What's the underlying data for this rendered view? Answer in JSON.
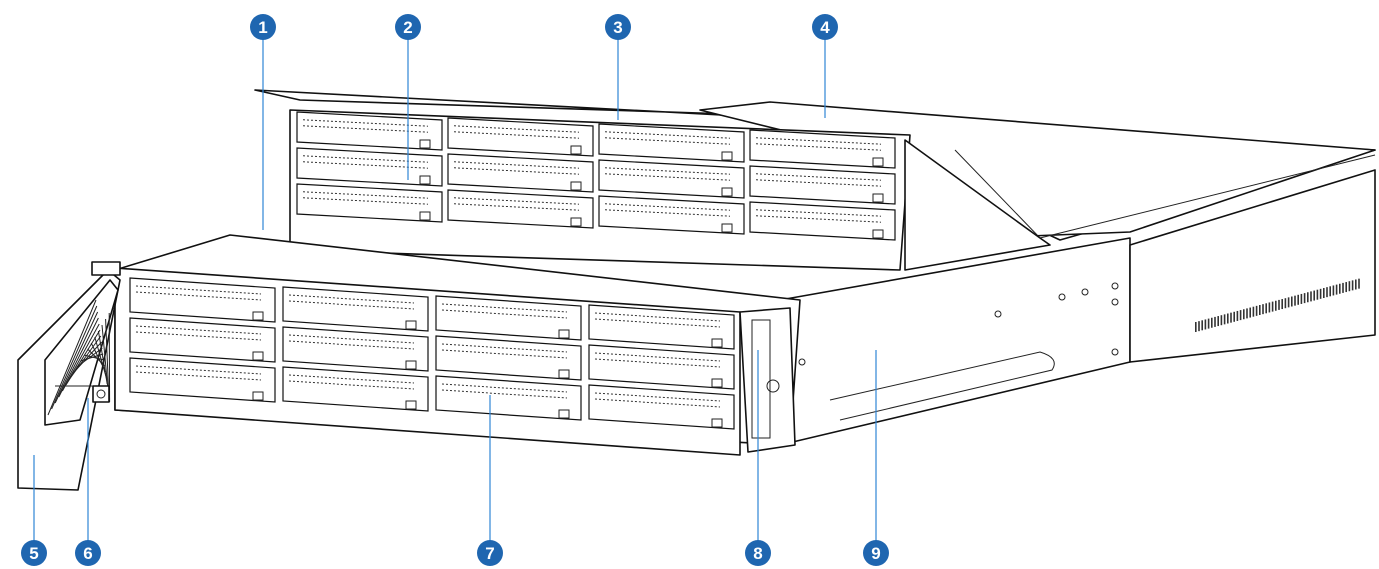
{
  "figure": {
    "callouts": [
      {
        "number": "1",
        "label": "1"
      },
      {
        "number": "2",
        "label": "2"
      },
      {
        "number": "3",
        "label": "3"
      },
      {
        "number": "4",
        "label": "4"
      },
      {
        "number": "5",
        "label": "5"
      },
      {
        "number": "6",
        "label": "6"
      },
      {
        "number": "7",
        "label": "7"
      },
      {
        "number": "8",
        "label": "8"
      },
      {
        "number": "9",
        "label": "9"
      }
    ],
    "colors": {
      "callout_fill": "#1f66b0",
      "leader_line": "#2f86d6",
      "outline": "#111111",
      "background": "#ffffff"
    },
    "front_bays": {
      "rows": 3,
      "columns": 4
    },
    "rear_bays": {
      "rows": 3,
      "columns": 4
    }
  }
}
